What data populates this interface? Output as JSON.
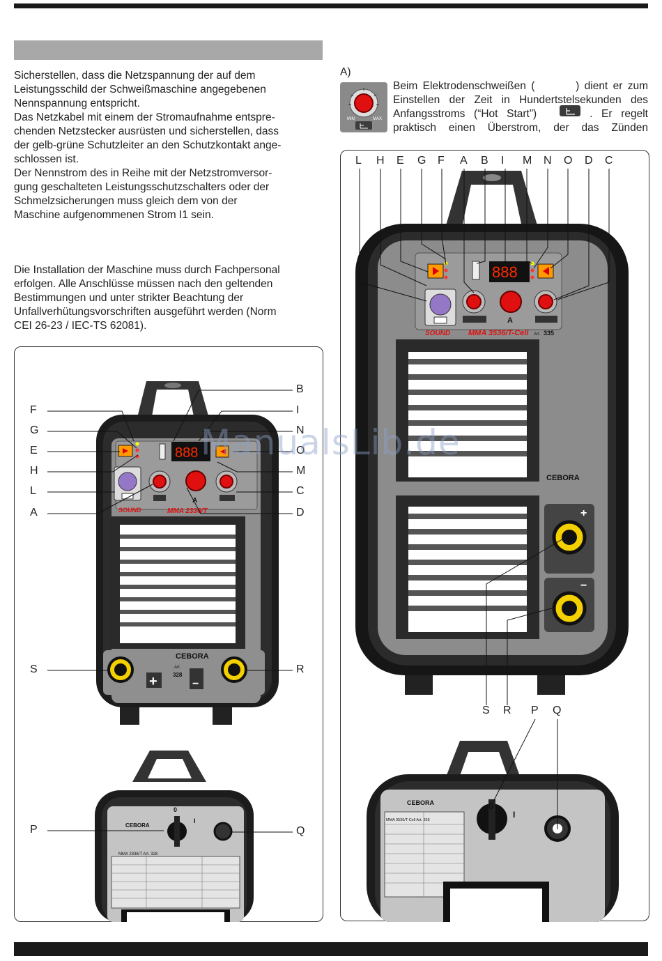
{
  "left_text": {
    "section1": [
      "Sicherstellen, dass die Netzspannung der auf dem",
      "Leistungsschild der Schweißmaschine angegebenen",
      "Nennspannung entspricht.",
      "Das Netzkabel mit einem der Stromaufnahme entspre-",
      "chenden Netzstecker ausrüsten und sicherstellen, dass",
      "der gelb-grüne Schutzleiter an den Schutzkontakt ange-",
      "schlossen ist.",
      "Der Nennstrom des in Reihe mit der Netzstromversor-",
      "gung geschalteten Leistungsschutzschalters oder der",
      "Schmelzsicherungen muss gleich dem von der",
      "Maschine aufgenommenen Strom I1 sein."
    ],
    "section2": [
      "Die Installation der Maschine muss durch Fachpersonal",
      "erfolgen. Alle Anschlüsse müssen nach den geltenden",
      "Bestimmungen und unter strikter Beachtung der",
      "Unfallverhütungsvorschriften ausgeführt werden (Norm",
      "CEI 26-23  / IEC-TS 62081)."
    ]
  },
  "right_text": {
    "heading": "A)",
    "lines": [
      "Beim Elektrodenschweißen (        ) dient er zum",
      "Einstellen der Zeit in Hundertstelsekunden des",
      "Anfangsstroms (“Hot Start”)      . Er regelt",
      "praktisch einen Überstrom, der das Zünden"
    ],
    "knob_min": "MIN",
    "knob_max": "MAX"
  },
  "watermark": "ManualsLib.de",
  "left_figure": {
    "labels_left": [
      "F",
      "G",
      "E",
      "H",
      "L",
      "A",
      "S",
      "P"
    ],
    "labels_right": [
      "B",
      "I",
      "N",
      "O",
      "M",
      "C",
      "D",
      "R",
      "Q"
    ],
    "model": "MMA 2336/T",
    "brand": "SOUND",
    "brand2": "CEBORA",
    "display": "888",
    "art": "Art.",
    "art_no": "328",
    "amp": "A",
    "plus": "+",
    "minus": "−",
    "switch_0": "0",
    "switch_1": "I",
    "plate_model": "MMA 2336/T  Art. 328"
  },
  "right_figure": {
    "labels_top": [
      "L",
      "H",
      "E",
      "G",
      "F",
      "A",
      "B",
      "I",
      "M",
      "N",
      "O",
      "D",
      "C"
    ],
    "labels_bottom": [
      "S",
      "R",
      "P",
      "Q"
    ],
    "model": "MMA 3536/T-Cell",
    "brand": "SOUND",
    "brand2": "CEBORA",
    "display": "888",
    "art": "Art.",
    "art_no": "335",
    "amp": "A",
    "plus": "+",
    "minus": "−",
    "switch_0": "0",
    "switch_1": "I",
    "plate_model": "MMA 3536/T-Cell  Art. 335"
  }
}
